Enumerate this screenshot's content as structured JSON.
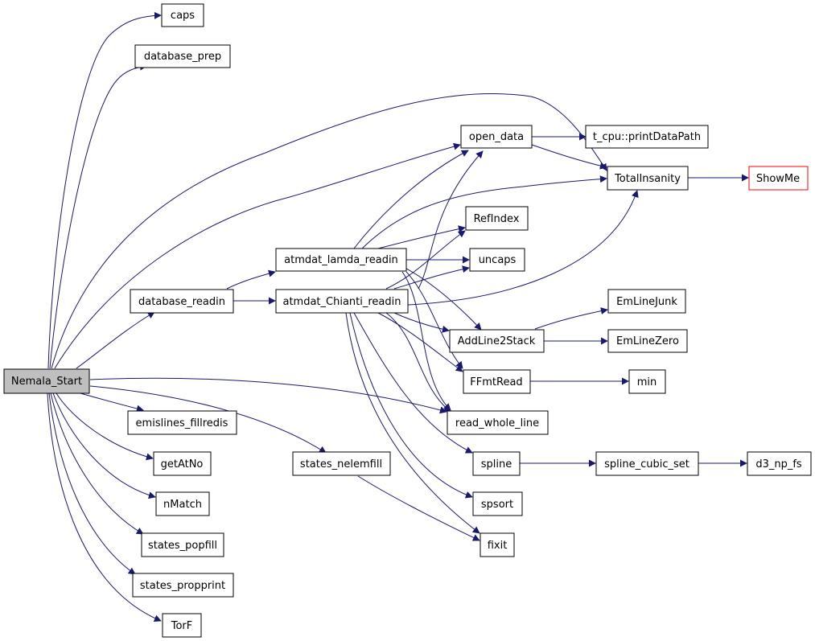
{
  "colors": {
    "edge": "#191970",
    "root_fill": "#bfbfbf",
    "highlight_border": "#ff0000"
  },
  "nodes": {
    "nemala_start": "Nemala_Start",
    "caps": "caps",
    "database_prep": "database_prep",
    "open_data": "open_data",
    "printdatapath": "t_cpu::printDataPath",
    "totalinsanity": "TotalInsanity",
    "showme": "ShowMe",
    "refindex": "RefIndex",
    "atmdat_lamda_readin": "atmdat_lamda_readin",
    "uncaps": "uncaps",
    "database_readin": "database_readin",
    "atmdat_chianti_readin": "atmdat_Chianti_readin",
    "emlinejunk": "EmLineJunk",
    "addline2stack": "AddLine2Stack",
    "emlinezero": "EmLineZero",
    "ffmtread": "FFmtRead",
    "min": "min",
    "read_whole_line": "read_whole_line",
    "emislines_fillredis": "emislines_fillredis",
    "getatno": "getAtNo",
    "states_nelemfill": "states_nelemfill",
    "spline": "spline",
    "spline_cubic_set": "spline_cubic_set",
    "d3_np_fs": "d3_np_fs",
    "nmatch": "nMatch",
    "spsort": "spsort",
    "states_popfill": "states_popfill",
    "fixit": "fixit",
    "states_propprint": "states_propprint",
    "torf": "TorF"
  }
}
